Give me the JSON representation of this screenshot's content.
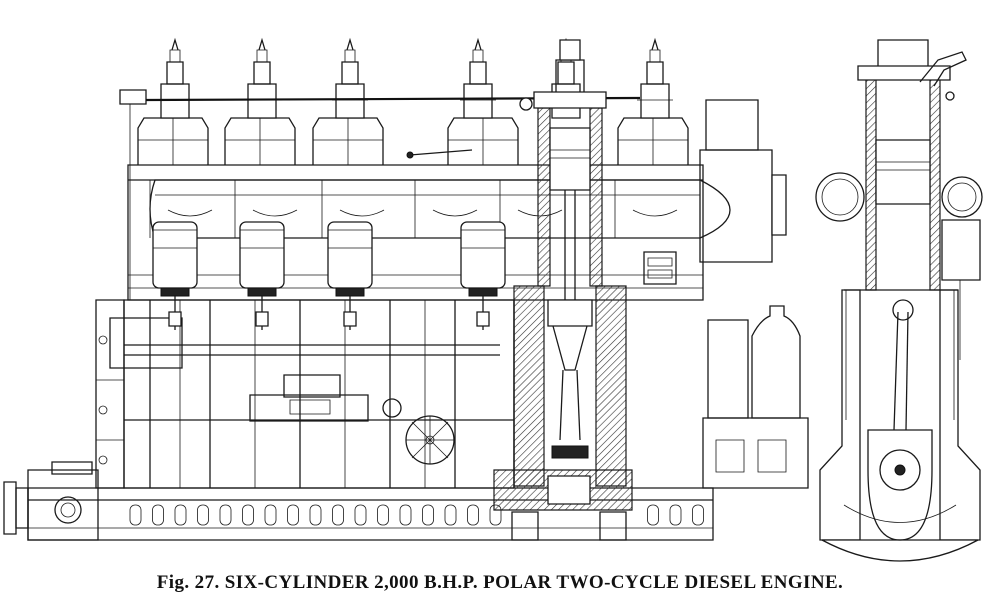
{
  "caption": {
    "label": "Fig. 27.",
    "title": "SIX-CYLINDER 2,000 B.H.P. POLAR TWO-CYCLE DIESEL ENGINE."
  },
  "drawing": {
    "views": [
      "side-elevation-with-section",
      "end-section"
    ],
    "style": "line-engraving",
    "ink": "#1a1a1a",
    "paper": "#ffffff"
  }
}
